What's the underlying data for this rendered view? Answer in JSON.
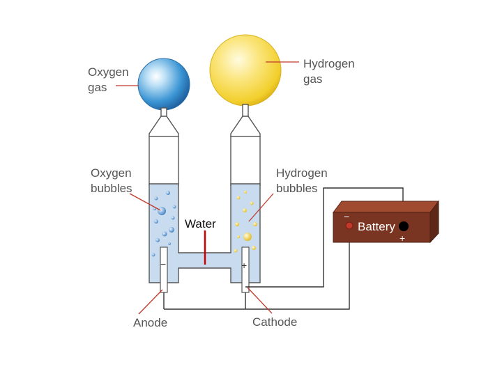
{
  "labels": {
    "oxygen_gas": [
      "Oxygen",
      "gas"
    ],
    "hydrogen_gas": [
      "Hydrogen",
      "gas"
    ],
    "oxygen_bubbles": [
      "Oxygen",
      "bubbles"
    ],
    "hydrogen_bubbles": [
      "Hydrogen",
      "bubbles"
    ],
    "water": "Water",
    "battery": "Battery",
    "anode": "Anode",
    "cathode": "Cathode",
    "anode_sign": "−",
    "cathode_sign": "+",
    "battery_minus": "−",
    "battery_plus": "+"
  },
  "colors": {
    "water": "#c9dcef",
    "oxygen_sphere": "#4a9fd8",
    "hydrogen_sphere": "#f6d63a",
    "battery_body": "#7a3522",
    "leader_line": "#c0392b",
    "wire": "#333333"
  }
}
